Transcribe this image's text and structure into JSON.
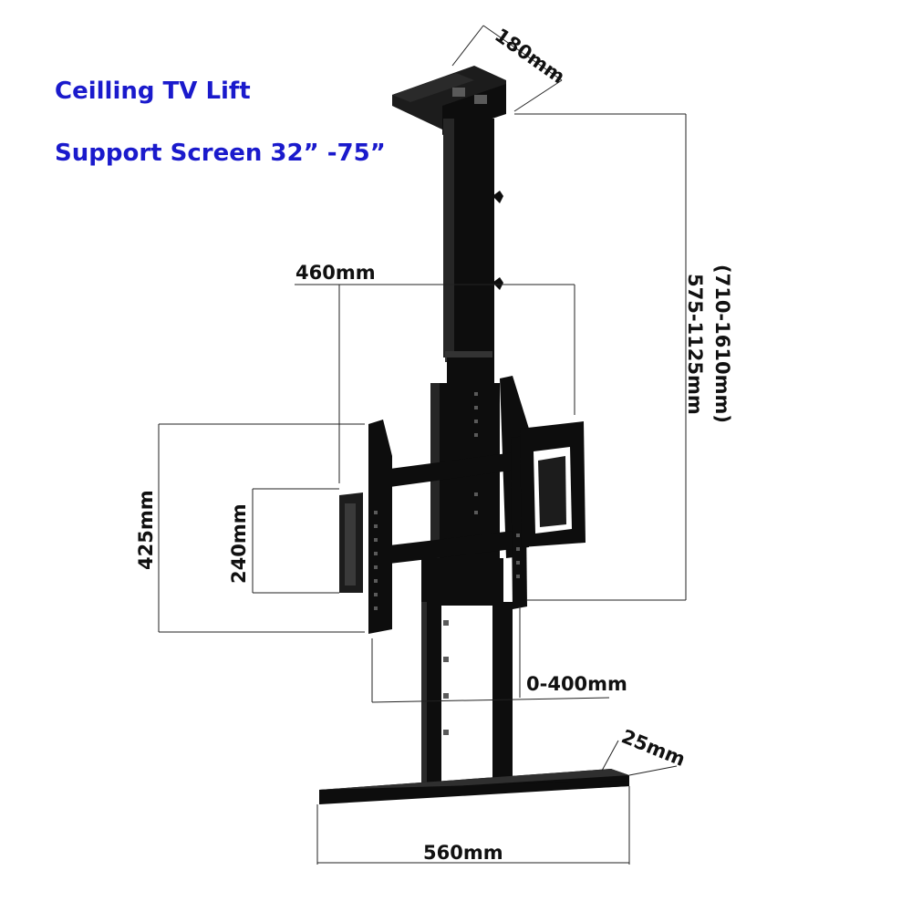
{
  "title": "Ceilling TV Lift",
  "subtitle": "Support Screen 32” -75”",
  "dimensions": {
    "top_plate": "180mm",
    "height_range": "575-1125mm",
    "height_range_alt": "(710-1610mm)",
    "bracket_width": "460mm",
    "bracket_height": "425mm",
    "inner_height": "240mm",
    "shelf_travel": "0-400mm",
    "shelf_lip": "25mm",
    "shelf_width": "560mm"
  },
  "colors": {
    "title": "#1a1acc",
    "product": "#0d0d0d",
    "dimension_text": "#111111"
  }
}
